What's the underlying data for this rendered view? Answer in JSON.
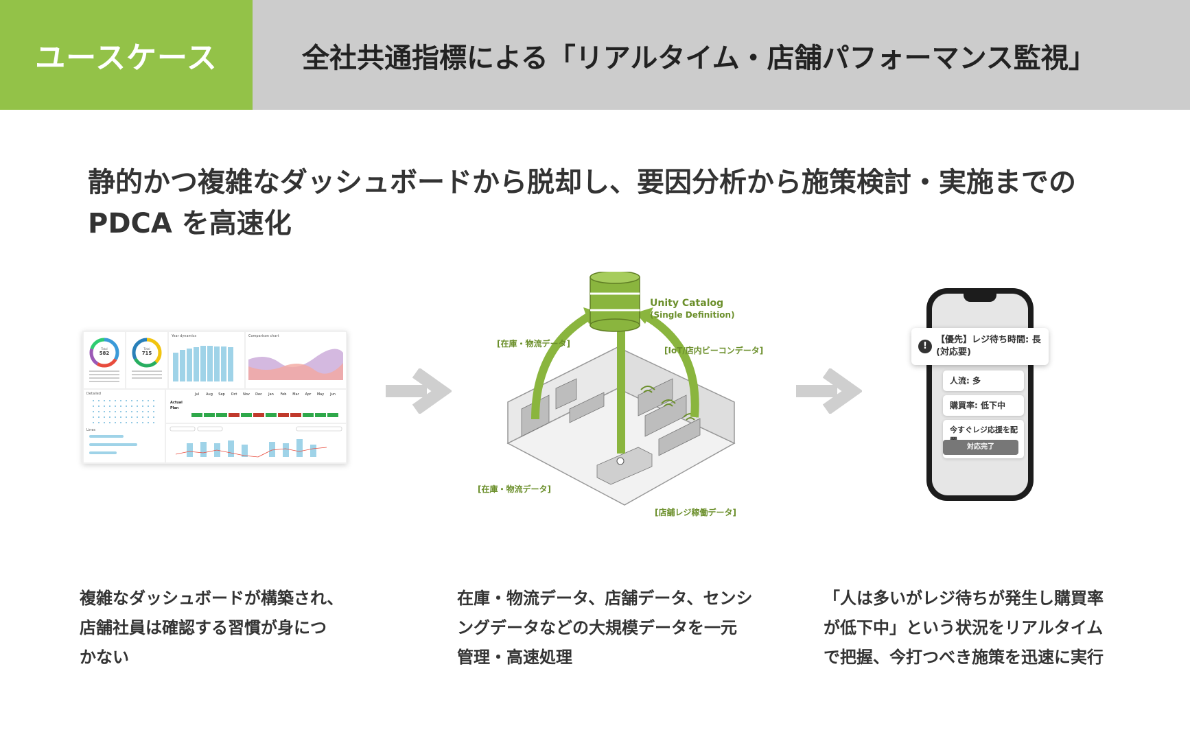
{
  "header": {
    "tag": "ユースケース",
    "title": "全社共通指標による「リアルタイム・店舗パフォーマンス監視」"
  },
  "lead": {
    "line1": "静的かつ複雑なダッシュボードから脱却し、要因分析から施策検討・実施までの",
    "line2": "PDCA を高速化"
  },
  "dashboard": {
    "donut1": {
      "label": "Total",
      "value": "582"
    },
    "donut2": {
      "label": "Total",
      "value": "715"
    },
    "year_dynamics_title": "Year dynamics",
    "comparison_title": "Comparison chart",
    "detailed_title": "Detailed",
    "lines_title": "Lines",
    "table_months": [
      "Jul",
      "Aug",
      "Sep",
      "Oct",
      "Nov",
      "Dec",
      "Jan",
      "Feb",
      "Mar",
      "Apr",
      "May",
      "Jun"
    ],
    "actual_label": "Actual",
    "plan_label": "Plan"
  },
  "diagram": {
    "catalog_name": "Unity Catalog",
    "catalog_sub": "(Single Definition)",
    "label_inventory_top": "[在庫・物流データ]",
    "label_iot": "[IoT/店内ビーコンデータ]",
    "label_inventory_bottom": "[在庫・物流データ]",
    "label_register": "[店舗レジ稼働データ]"
  },
  "phone": {
    "alert": "【優先】レジ待ち時間: 長 (対応要)",
    "traffic": "人流: 多",
    "purchase_rate": "購買率: 低下中",
    "action": "今すぐレジ応援を配置",
    "button": "対応完了"
  },
  "descriptions": {
    "col1": [
      "複雑なダッシュボードが構築され、",
      "店舗社員は確認する習慣が身につ",
      "かない"
    ],
    "col2": [
      "在庫・物流データ、店舗データ、センシ",
      "ングデータなどの大規模データを一元",
      "管理・高速処理"
    ],
    "col3": [
      "「人は多いがレジ待ちが発生し購買率",
      "が低下中」という状況をリアルタイム",
      "で把握、今打つべき施策を迅速に実行"
    ]
  },
  "colors": {
    "accent_green": "#93c248",
    "header_gray": "#cccccc",
    "arrow_gray": "#cfcfcf"
  }
}
